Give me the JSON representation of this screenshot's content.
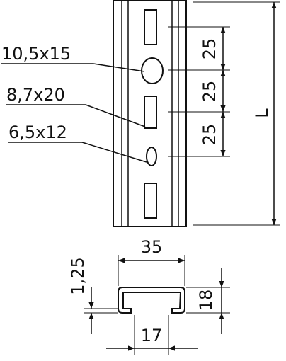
{
  "labels": {
    "hole_large": "10,5x15",
    "hole_long": "8,7x20",
    "hole_small": "6,5x12"
  },
  "dimensions": {
    "pitch_1": "25",
    "pitch_2": "25",
    "pitch_3": "25",
    "length": "L",
    "width": "35",
    "height": "18",
    "opening": "17",
    "thickness": "1,25"
  }
}
